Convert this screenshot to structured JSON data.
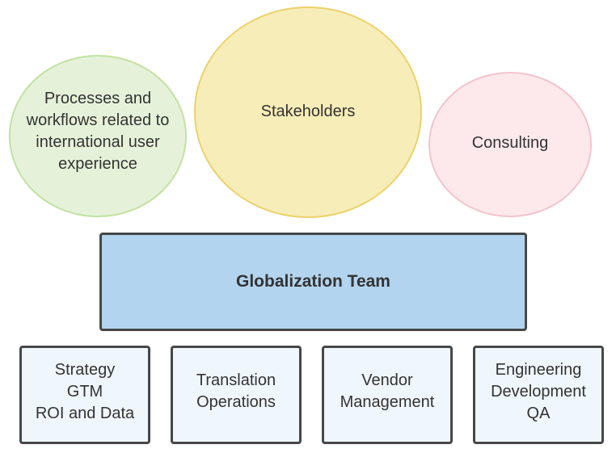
{
  "circles": {
    "processes": "Processes and workflows related to international user experience",
    "stakeholders": "Stakeholders",
    "consulting": "Consulting"
  },
  "team": "Globalization Team",
  "boxes": [
    {
      "lines": [
        "Strategy",
        "GTM",
        "ROI and Data"
      ]
    },
    {
      "lines": [
        "Translation",
        "Operations"
      ]
    },
    {
      "lines": [
        "Vendor",
        "Management"
      ]
    },
    {
      "lines": [
        "Engineering",
        "Development",
        "QA"
      ]
    }
  ]
}
